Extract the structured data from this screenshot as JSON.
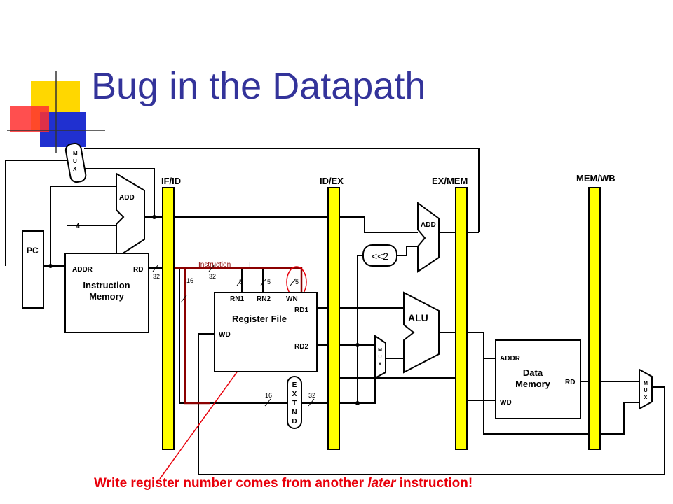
{
  "slide": {
    "title": "Bug in the Datapath",
    "caption_before": "Write register number comes from another ",
    "caption_emphasis": "later",
    "caption_after": " instruction!"
  },
  "colors": {
    "title": "#33339a",
    "caption": "#e8000b",
    "pipeline_register": "#ffff00",
    "deco_yellow": "#ffd700",
    "deco_blue": "#2030d0",
    "deco_red": "#ff3030",
    "highlight_wire": "#8b0000"
  },
  "diagram": {
    "stage_labels": {
      "if_id": "IF/ID",
      "id_ex": "ID/EX",
      "ex_mem": "EX/MEM",
      "mem_wb": "MEM/WB"
    },
    "pc_label": "PC",
    "constant_four": "4",
    "pc_adder_label": "ADD",
    "branch_adder_label": "ADD",
    "shift_label": "<<2",
    "alu_label": "ALU",
    "mux_letters": [
      "M",
      "U",
      "X"
    ],
    "extend_letters": [
      "E",
      "X",
      "T",
      "N",
      "D"
    ],
    "instruction_memory": {
      "addr": "ADDR",
      "rd": "RD",
      "name_line1": "Instruction",
      "name_line2": "Memory"
    },
    "register_file": {
      "rn1": "RN1",
      "rn2": "RN2",
      "wn": "WN",
      "rd1": "RD1",
      "rd2": "RD2",
      "wd": "WD",
      "name": "Register File"
    },
    "data_memory": {
      "addr": "ADDR",
      "rd": "RD",
      "wd": "WD",
      "name_line1": "Data",
      "name_line2": "Memory"
    },
    "instruction_bus_label": "Instruction",
    "instruction_bus_var": "I",
    "bus_widths": {
      "imem_out": "32",
      "ifid_out": "32",
      "imm_field": "16",
      "rn1_width": "5",
      "rn2_width": "5",
      "wn_width": "5",
      "ext_in": "16",
      "ext_out": "32"
    }
  }
}
